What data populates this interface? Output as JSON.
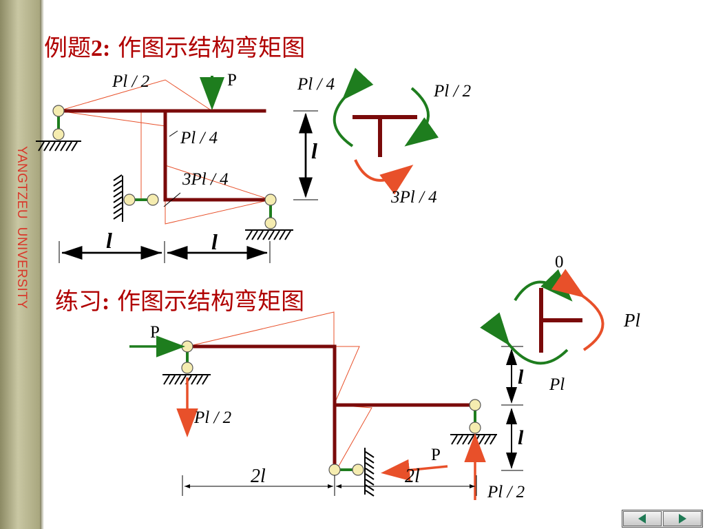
{
  "sidebar": {
    "text": "YANGTZEU  UNIVERSITY"
  },
  "example": {
    "title_prefix": "例题",
    "title_num": "2:",
    "title_text": " 作图示结构弯矩图"
  },
  "practice": {
    "title_prefix": "练习",
    "title_colon": ":",
    "title_text": " 作图示结构弯矩图"
  },
  "labels": {
    "ex_pl2": "Pl / 2",
    "ex_p": "P",
    "ex_pl4": "Pl / 4",
    "ex_3pl4": "3Pl / 4",
    "ex_l_v": "l",
    "ex_l_h1": "l",
    "ex_l_h2": "l",
    "node_pl4": "Pl / 4",
    "node_pl2": "Pl / 2",
    "node_3pl4": "3Pl / 4",
    "pr_p_top": "P",
    "pr_pl2_left": "Pl / 2",
    "pr_2l_1": "2l",
    "pr_2l_2": "2l",
    "pr_p_bottom": "P",
    "pr_pl2_right": "Pl / 2",
    "pr_l_1": "l",
    "pr_l_2": "l",
    "pr_node_0": "0",
    "pr_node_pl_right": "Pl",
    "pr_node_pl_bottom": "Pl"
  },
  "colors": {
    "frame": "#7a0a0a",
    "moment": "#e8502a",
    "green": "#1e7d1e",
    "support_hinge": "#f5ecb0",
    "title": "#b00000",
    "sidebar_text": "#d8372a"
  },
  "icons": {
    "prev": "triangle-left-icon",
    "next": "triangle-right-icon"
  }
}
